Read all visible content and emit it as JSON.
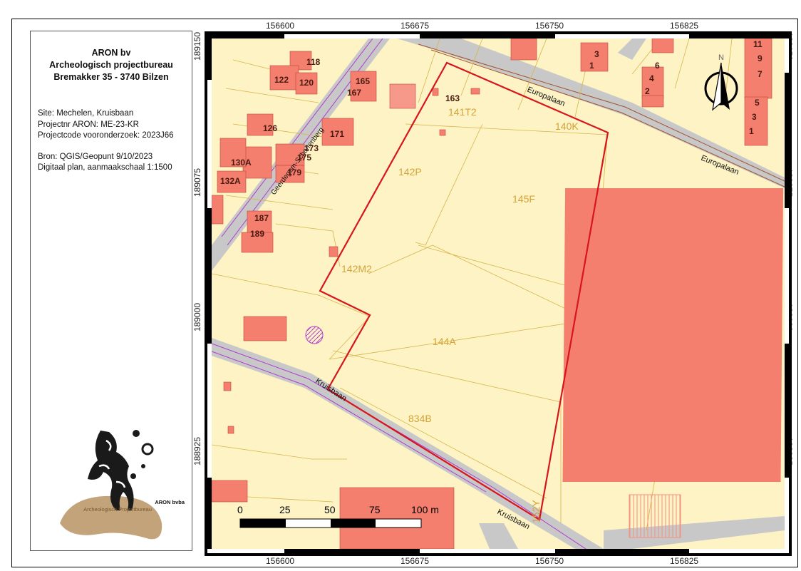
{
  "info": {
    "company": "ARON bv",
    "subtitle": "Archeologisch projectbureau",
    "address": "Bremakker 35 - 3740 Bilzen",
    "site": "Site: Mechelen, Kruisbaan",
    "project_nr": "Projectnr ARON: ME-23-KR",
    "project_code": "Projectcode vooronderzoek: 2023J66",
    "source": "Bron: QGIS/Geopunt 9/10/2023",
    "plan": "Digitaal plan, aanmaakschaal 1:1500",
    "logo_name": "ARON bvba",
    "logo_sub": "Archeologisch Projectbureau"
  },
  "grid": {
    "x_ticks": [
      "156600",
      "156675",
      "156750",
      "156825"
    ],
    "y_ticks": [
      "189150",
      "189075",
      "189000",
      "188925"
    ]
  },
  "streets": {
    "europalaan_1": "Europalaan",
    "europalaan_2": "Europalaan",
    "kruisbaan_1": "Kruisbaan",
    "kruisbaan_2": "Kruisbaan",
    "geerdegem": "Geerdegem-Schonenberg"
  },
  "parcels": [
    "141T2",
    "140K",
    "142P",
    "145F",
    "142M2",
    "144A",
    "834B",
    "152Y"
  ],
  "house_numbers": [
    "118",
    "122",
    "120",
    "165",
    "167",
    "163",
    "126",
    "171",
    "173",
    "175",
    "130A",
    "179",
    "132A",
    "187",
    "189",
    "3",
    "1",
    "6",
    "4",
    "2",
    "11",
    "9",
    "7",
    "5",
    "3",
    "1"
  ],
  "scalebar": {
    "labels": [
      "0",
      "25",
      "50",
      "75",
      "100 m"
    ]
  },
  "compass": {
    "north": "N"
  },
  "colors": {
    "parcel": "#fdf3c4",
    "building": "#f47f6e",
    "road": "#c8c8c8",
    "site_outline": "#d8141c",
    "parcel_label": "#d4a236",
    "house_label": "#4a1a10"
  }
}
